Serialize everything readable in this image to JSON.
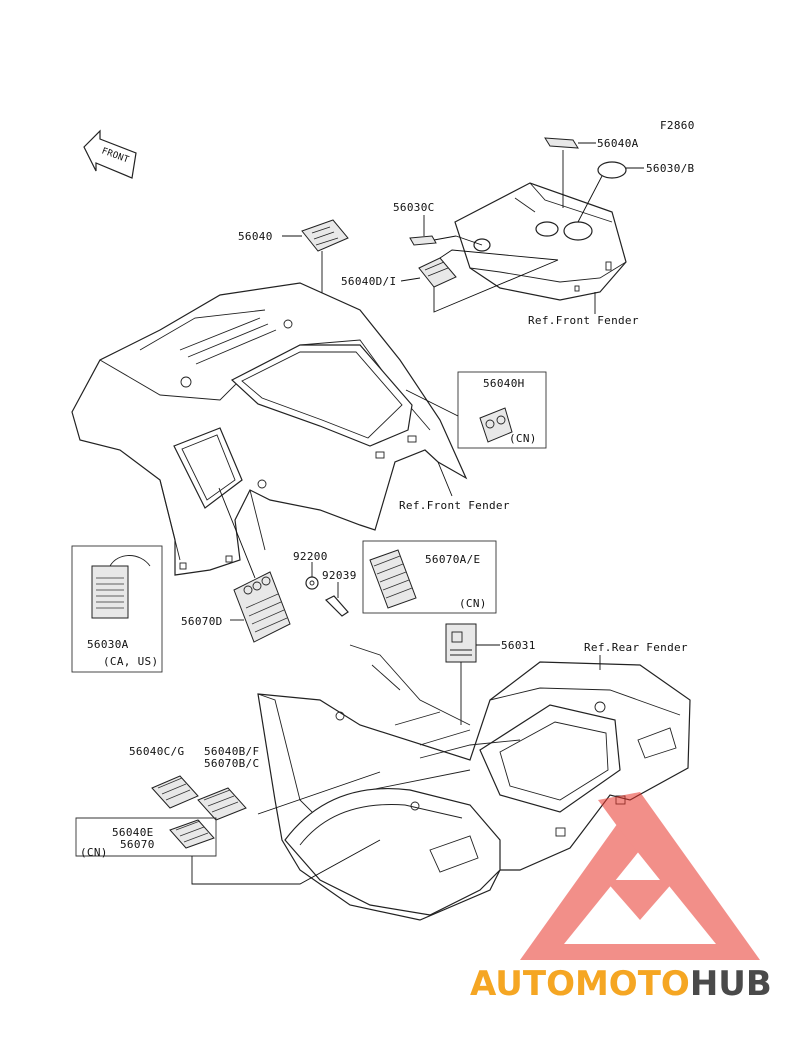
{
  "figure_code": "F2860",
  "front_arrow_text": "FRONT",
  "callouts": {
    "p56040A": "56040A",
    "p56030B": "56030/B",
    "p56030C": "56030C",
    "p56040": "56040",
    "p56040DI": "56040D/I",
    "ref_front_fender_1": "Ref.Front Fender",
    "p56040H": "56040H",
    "cn_56040H": "(CN)",
    "ref_front_fender_2": "Ref.Front Fender",
    "p92200": "92200",
    "p56070AE": "56070A/E",
    "p92039": "92039",
    "cn_56070AE": "(CN)",
    "p56070D": "56070D",
    "p56030A": "56030A",
    "ca_us": "(CA, US)",
    "p56031": "56031",
    "ref_rear_fender": "Ref.Rear Fender",
    "p56040CG": "56040C/G",
    "p56040BF": "56040B/F",
    "p56070BC": "56070B/C",
    "p56040E": "56040E",
    "p56070": "56070",
    "cn_56040E": "(CN)"
  },
  "watermark": {
    "part1": "AUTOMOTO",
    "part2": "HUB",
    "color1": "#f5a623",
    "color2": "#4a4a4a",
    "logo_color": "#e8342a"
  }
}
